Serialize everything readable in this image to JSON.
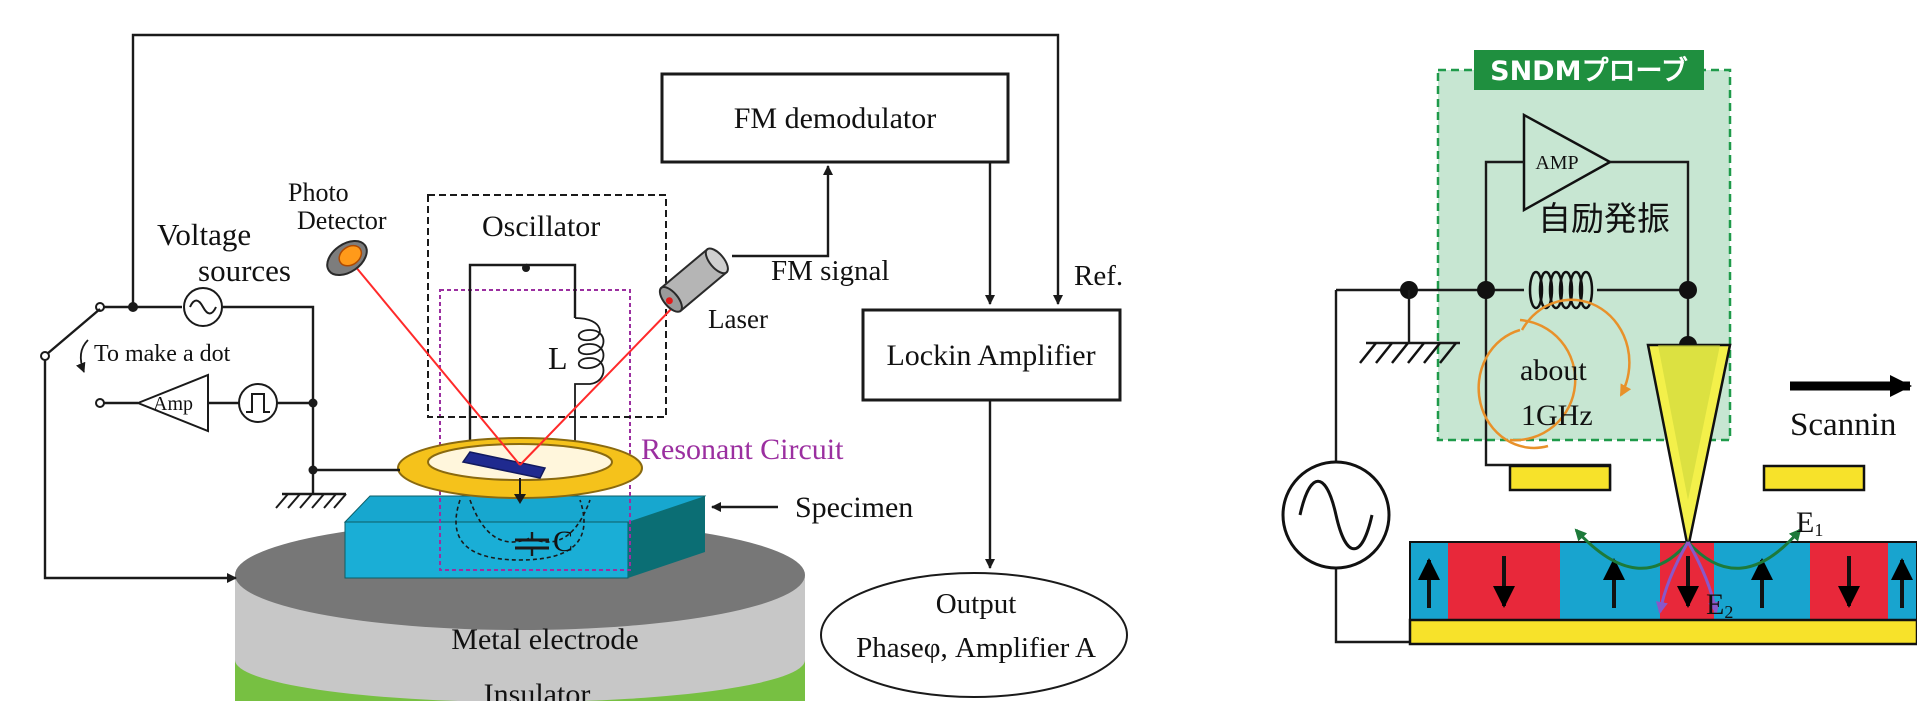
{
  "left_diagram": {
    "fm_demodulator": "FM demodulator",
    "lockin_amplifier": "Lockin Amplifier",
    "output_line1": "Output",
    "output_line2": "Phaseφ, Amplifier A",
    "ref": "Ref.",
    "fm_signal": "FM signal",
    "laser": "Laser",
    "photo_detector_line1": "Photo",
    "photo_detector_line2": "Detector",
    "voltage_sources_line1": "Voltage",
    "voltage_sources_line2": "sources",
    "to_make_a_dot": "To make a dot",
    "amp": "Amp",
    "oscillator": "Oscillator",
    "inductor": "L",
    "capacitor": "C",
    "resonant_circuit": "Resonant Circuit",
    "specimen": "Specimen",
    "metal_electrode": "Metal electrode",
    "insulator": "Insulator"
  },
  "right_diagram": {
    "probe_title": "SNDMプローブ",
    "amp": "AMP",
    "self_oscillation": "自励発振",
    "freq_line1": "about",
    "freq_line2": "1GHz",
    "scanning": "Scannin",
    "e1_main": "E",
    "e1_sub": "1",
    "e2_main": "E",
    "e2_sub": "2"
  },
  "colors": {
    "ring": "#f5c21b",
    "specimen_top": "#1aaed6",
    "specimen_side": "#0b6e74",
    "resonant_circuit": "#9b2fa0",
    "laser_beam": "#ff2a2a",
    "metal_top": "#777777",
    "metal_side": "#c7c7c7",
    "insulator": "#77c042",
    "probe_box_fill": "#c7e6d2",
    "probe_box_border": "#1f9a4a",
    "probe_title_bg": "#1f8f3f",
    "tip": "#f3f04a",
    "domain_blue": "#18a4cf",
    "domain_red": "#e8283a",
    "electrode": "#f7e22a",
    "freq_arrow": "#e8912a",
    "field_line": "#1d7a3a",
    "field_line2": "#8a57c8"
  }
}
